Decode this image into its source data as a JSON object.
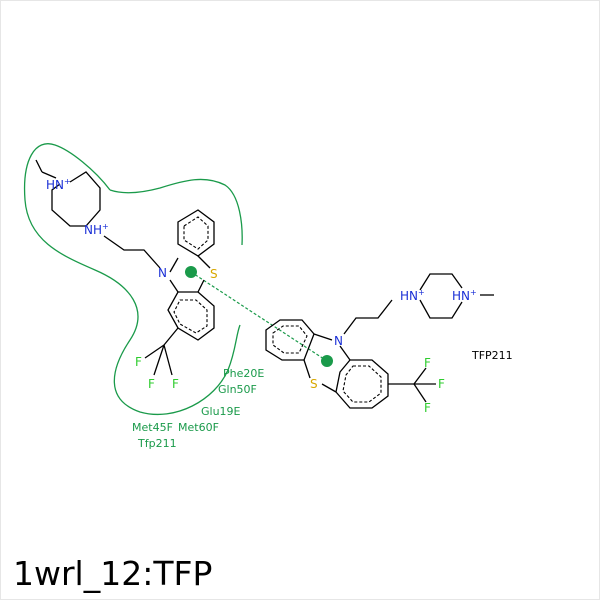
{
  "title": "1wrl_12:TFP",
  "ligand_label": "TFP211",
  "residues": [
    "Phe20E",
    "Gln50F",
    "Glu19E",
    "Met45F",
    "Met60F",
    "Tfp211"
  ],
  "atoms": {
    "n": "N",
    "s": "S",
    "f": "F",
    "hn": "HN",
    "nh": "NH",
    "plus": "+"
  },
  "colors": {
    "nitrogen": "#1a2fd6",
    "sulfur": "#d8a800",
    "fluorine": "#2ecc2e",
    "contact": "#1a9a4a"
  }
}
